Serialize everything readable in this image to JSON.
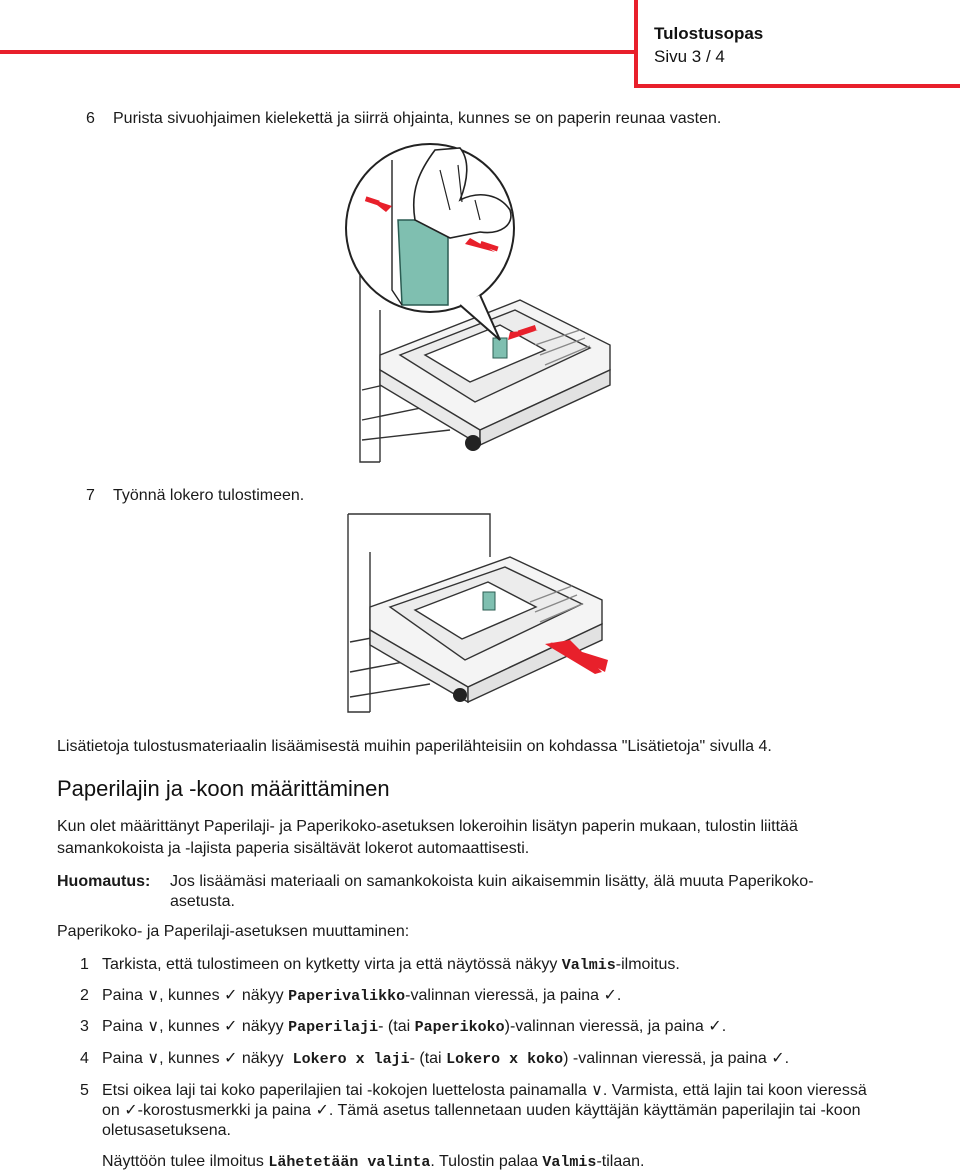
{
  "header": {
    "title": "Tulostusopas",
    "page": "Sivu 3 / 4"
  },
  "steps_top": [
    {
      "num": "6",
      "text": "Purista sivuohjaimen kielekettä ja siirrä ohjainta, kunnes se on paperin reunaa vasten."
    },
    {
      "num": "7",
      "text": "Työnnä lokero tulostimeen."
    }
  ],
  "more_info": "Lisätietoja tulostusmateriaalin lisäämisestä muihin paperilähteisiin on kohdassa \"Lisätietoja\" sivulla 4.",
  "section": {
    "title": "Paperilajin ja -koon määrittäminen",
    "intro_line1": "Kun olet määrittänyt Paperilaji- ja Paperikoko-asetuksen lokeroihin lisätyn paperin mukaan, tulostin liittää",
    "intro_line2": "samankokoista ja -lajista paperia sisältävät lokerot automaattisesti.",
    "note_label": "Huomautus:",
    "note_line1": "Jos lisäämäsi materiaali on samankokoista kuin aikaisemmin lisätty, älä muuta Paperikoko-",
    "note_line2": "asetusta.",
    "howto": "Paperikoko- ja Paperilaji-asetuksen muuttaminen:"
  },
  "steps": {
    "s1": {
      "num": "1",
      "a": "Tarkista, että tulostimeen on kytketty virta ja että näytössä näkyy ",
      "code": "Valmis",
      "b": "-ilmoitus."
    },
    "s2": {
      "num": "2",
      "a": "Paina ",
      "down": "∨",
      "b": ", kunnes ",
      "check": "✓",
      "c": " näkyy ",
      "code": "Paperivalikko",
      "d": "-valinnan vieressä, ja paina ",
      "e": "."
    },
    "s3": {
      "num": "3",
      "a": "Paina ",
      "down": "∨",
      "b": ", kunnes ",
      "check": "✓",
      "c": " näkyy ",
      "code1": "Paperilaji",
      "d": "- (tai ",
      "code2": "Paperikoko",
      "e": ")-valinnan vieressä, ja paina ",
      "f": "."
    },
    "s4": {
      "num": "4",
      "a": "Paina ",
      "down": "∨",
      "b": ", kunnes ",
      "check": "✓",
      "c": " näkyy  ",
      "code1": "Lokero x laji",
      "d": "- (tai ",
      "code2": "Lokero x koko",
      "e": ") -valinnan vieressä, ja paina ",
      "f": "."
    },
    "s5": {
      "num": "5",
      "line1a": "Etsi oikea laji tai koko paperilajien tai -kokojen luettelosta painamalla ",
      "down": "∨",
      "line1b": ". Varmista, että lajin tai koon vieressä",
      "line2a": "on ",
      "check": "✓",
      "line2b": "-korostusmerkki ja paina ",
      "line2c": ". Tämä asetus tallennetaan uuden käyttäjän käyttämän paperilajin tai -koon",
      "line3": "oletusasetuksena."
    },
    "final": {
      "a": "Näyttöön tulee ilmoitus ",
      "code1": "Lähetetään valinta",
      "b": ". Tulostin palaa ",
      "code2": "Valmis",
      "c": "-tilaan."
    }
  },
  "colors": {
    "accent": "#e8202b",
    "guide": "#7fbfb0",
    "arrow": "#e8202b"
  },
  "illustrations": {
    "fig1_icon": "tray-side-guide-illustration",
    "fig2_icon": "tray-insert-illustration"
  }
}
